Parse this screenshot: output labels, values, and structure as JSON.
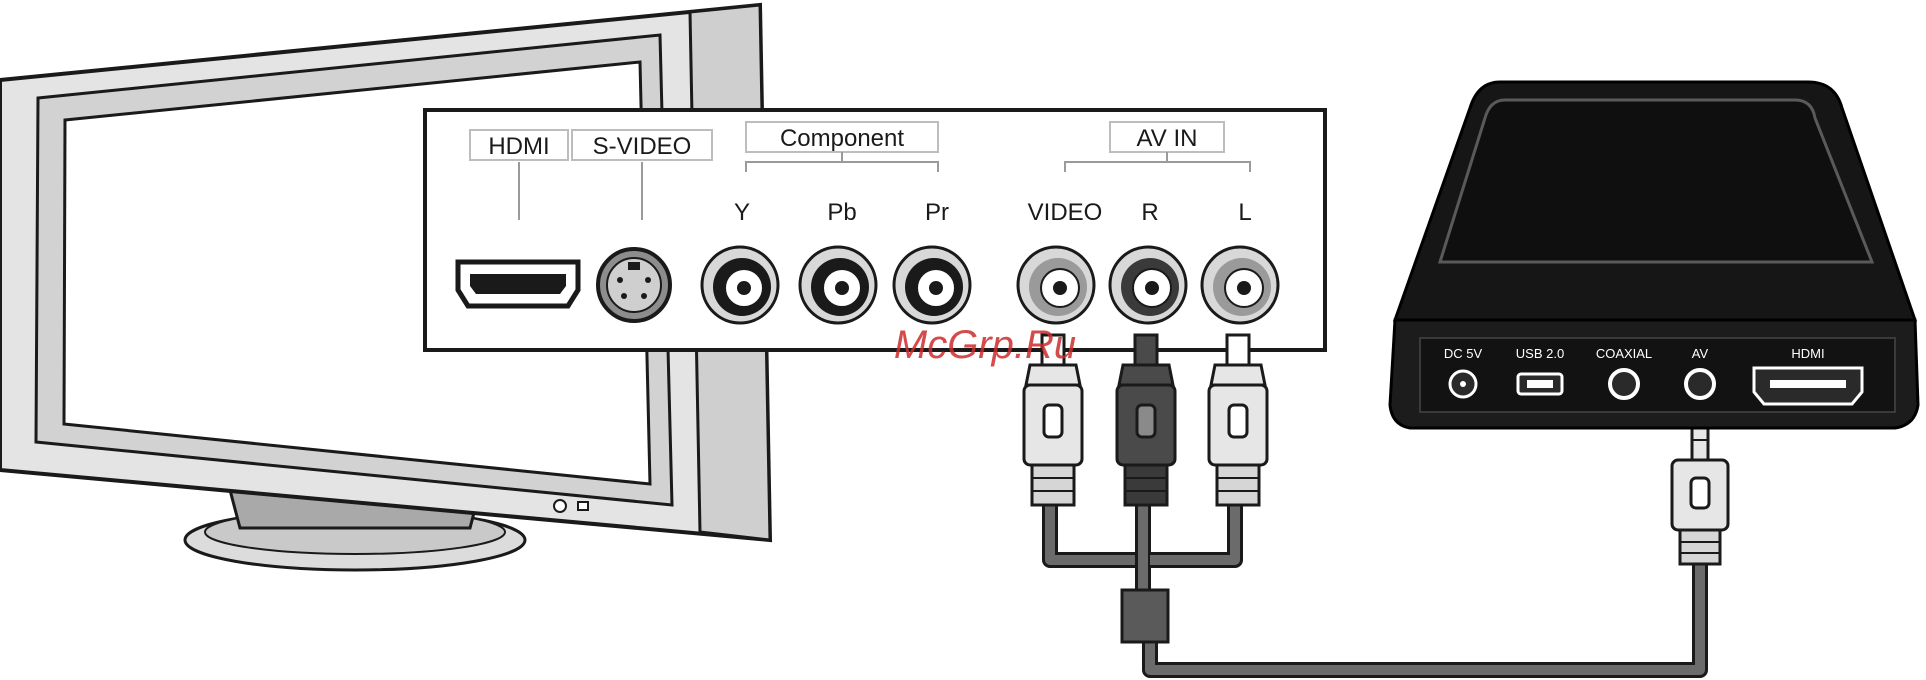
{
  "tv_panel": {
    "hdmi": "HDMI",
    "svideo": "S-VIDEO",
    "component": "Component",
    "y": "Y",
    "pb": "Pb",
    "pr": "Pr",
    "av_in": "AV IN",
    "video": "VIDEO",
    "r": "R",
    "l": "L"
  },
  "player_ports": {
    "dc": "DC 5V",
    "usb": "USB 2.0",
    "coaxial": "COAXIAL",
    "av": "AV",
    "hdmi": "HDMI"
  },
  "watermark": "McGrp.Ru",
  "colors": {
    "outline": "#1a1a1a",
    "cable": "#6b6b6b",
    "watermark": "#cc2b2b",
    "tv_frame": "#e4e4e4",
    "player_body": "#161616"
  }
}
